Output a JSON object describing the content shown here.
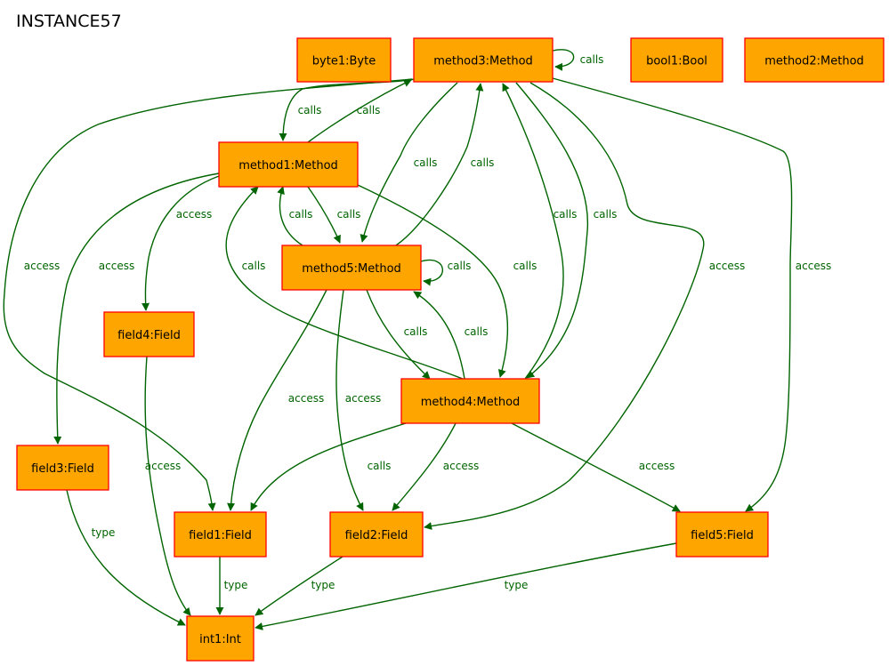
{
  "title": "INSTANCE57",
  "colors": {
    "node_fill": "#FFA500",
    "node_stroke": "#FF0000",
    "edge": "#006400"
  },
  "nodes": [
    {
      "id": "byte1",
      "label": "byte1:Byte"
    },
    {
      "id": "method3",
      "label": "method3:Method"
    },
    {
      "id": "bool1",
      "label": "bool1:Bool"
    },
    {
      "id": "method2",
      "label": "method2:Method"
    },
    {
      "id": "method1",
      "label": "method1:Method"
    },
    {
      "id": "method5",
      "label": "method5:Method"
    },
    {
      "id": "field4",
      "label": "field4:Field"
    },
    {
      "id": "method4",
      "label": "method4:Method"
    },
    {
      "id": "field3",
      "label": "field3:Field"
    },
    {
      "id": "field1",
      "label": "field1:Field"
    },
    {
      "id": "field2",
      "label": "field2:Field"
    },
    {
      "id": "field5",
      "label": "field5:Field"
    },
    {
      "id": "int1",
      "label": "int1:Int"
    }
  ],
  "edges": [
    {
      "from": "method3",
      "to": "method3",
      "label": "calls"
    },
    {
      "from": "method3",
      "to": "method1",
      "label": "calls"
    },
    {
      "from": "method1",
      "to": "method3",
      "label": "calls"
    },
    {
      "from": "method3",
      "to": "method5",
      "label": "calls"
    },
    {
      "from": "method5",
      "to": "method3",
      "label": "calls"
    },
    {
      "from": "method4",
      "to": "method3",
      "label": "calls"
    },
    {
      "from": "method3",
      "to": "method4",
      "label": "calls"
    },
    {
      "from": "method3",
      "to": "field2",
      "label": "access"
    },
    {
      "from": "method3",
      "to": "field5",
      "label": "access"
    },
    {
      "from": "method3",
      "to": "field1",
      "label": "access"
    },
    {
      "from": "method1",
      "to": "field4",
      "label": "access"
    },
    {
      "from": "method1",
      "to": "field3",
      "label": "access"
    },
    {
      "from": "method5",
      "to": "method1",
      "label": "calls"
    },
    {
      "from": "method1",
      "to": "method5",
      "label": "calls"
    },
    {
      "from": "method4",
      "to": "method1",
      "label": "calls"
    },
    {
      "from": "method1",
      "to": "method4",
      "label": "calls"
    },
    {
      "from": "method5",
      "to": "method5",
      "label": "calls"
    },
    {
      "from": "method5",
      "to": "method4",
      "label": "calls"
    },
    {
      "from": "method4",
      "to": "method5",
      "label": "calls"
    },
    {
      "from": "method5",
      "to": "field1",
      "label": "access"
    },
    {
      "from": "method5",
      "to": "field2",
      "label": "access"
    },
    {
      "from": "method4",
      "to": "method4",
      "label": "calls"
    },
    {
      "from": "method4",
      "to": "field1",
      "label": "access"
    },
    {
      "from": "method4",
      "to": "field2",
      "label": "access"
    },
    {
      "from": "method4",
      "to": "field5",
      "label": "access"
    },
    {
      "from": "field4",
      "to": "int1",
      "label": "type"
    },
    {
      "from": "field3",
      "to": "int1",
      "label": "type"
    },
    {
      "from": "field1",
      "to": "int1",
      "label": "type"
    },
    {
      "from": "field2",
      "to": "int1",
      "label": "type"
    },
    {
      "from": "field5",
      "to": "int1",
      "label": "type"
    }
  ]
}
